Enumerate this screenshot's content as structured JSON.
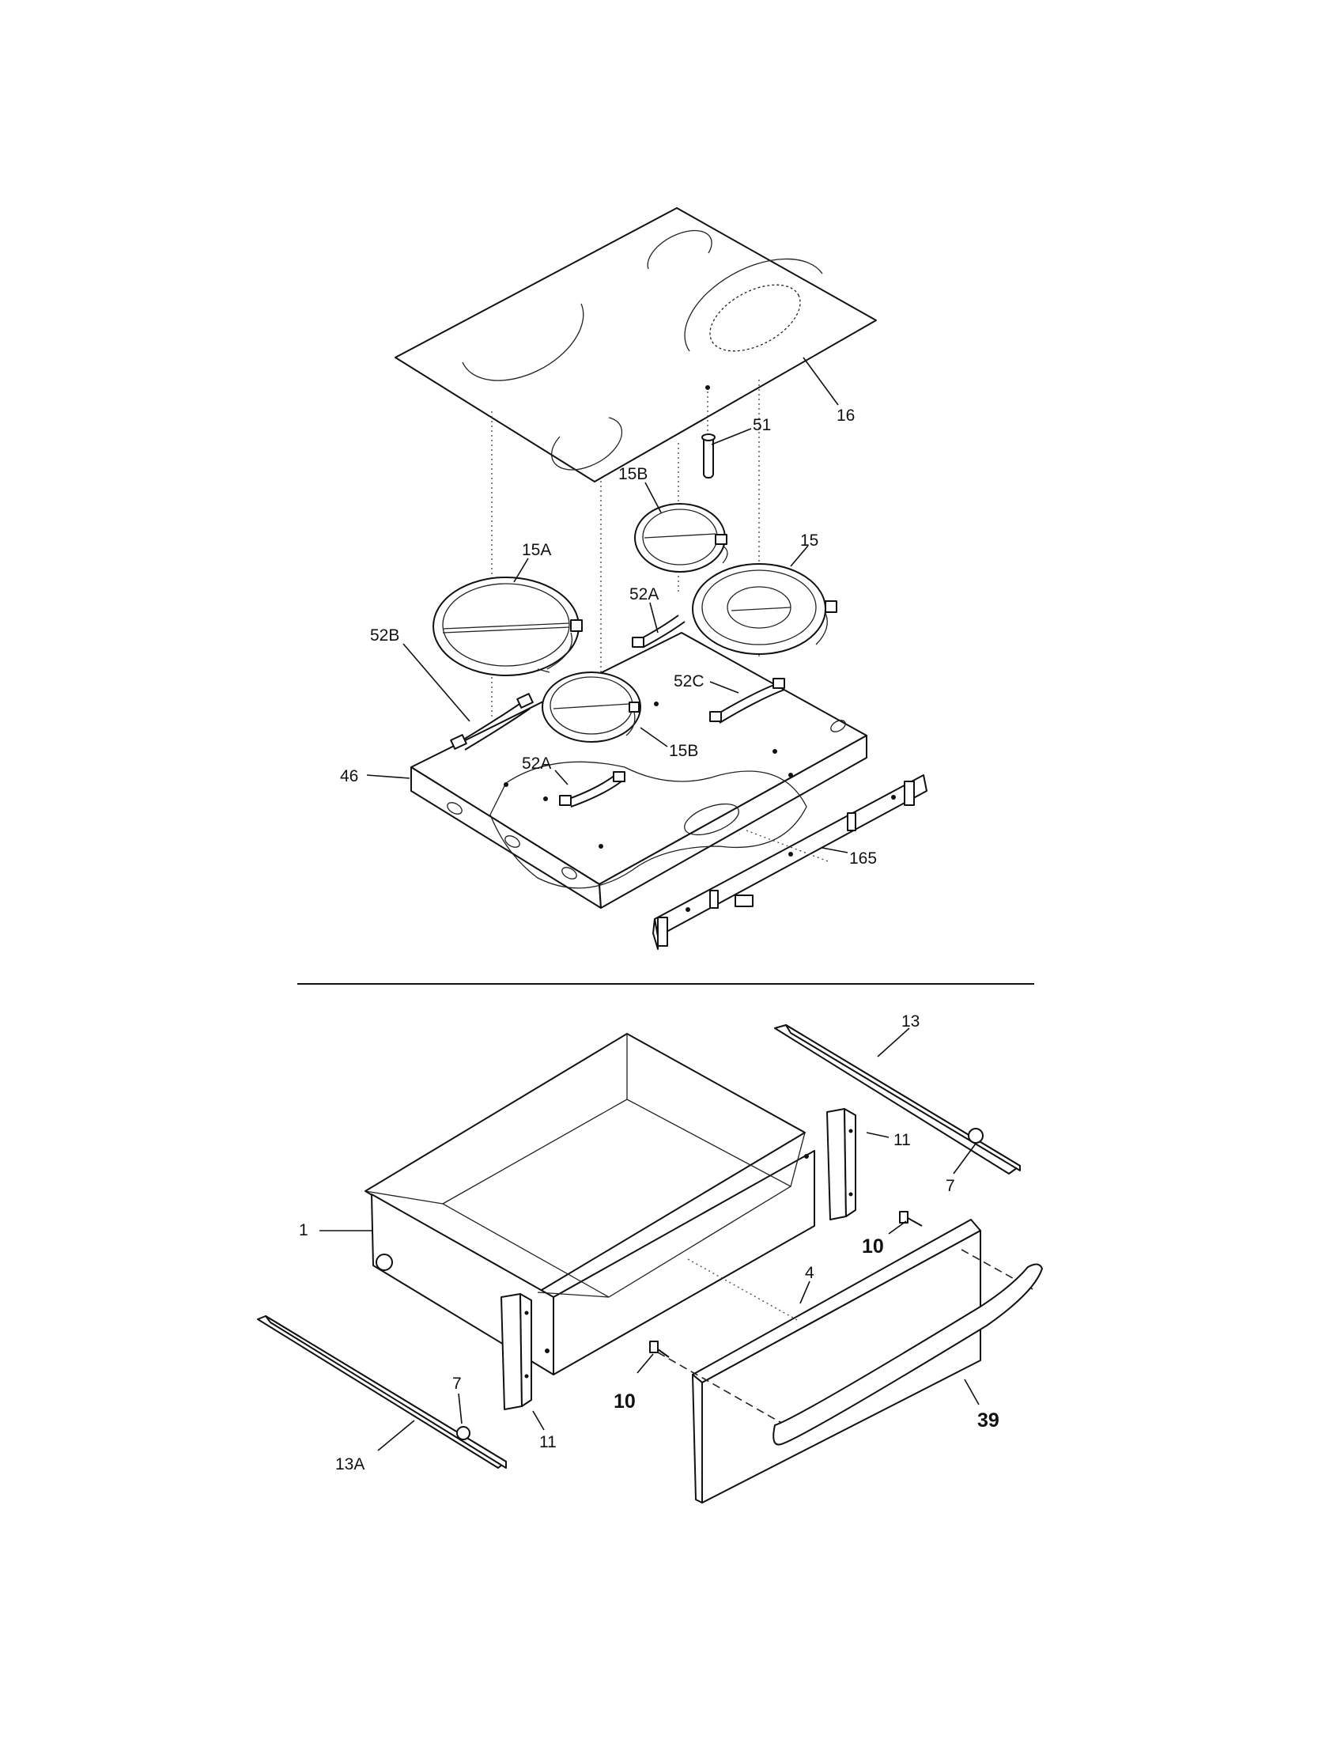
{
  "callouts": {
    "c16": "16",
    "c51": "51",
    "c15b_top": "15B",
    "c15": "15",
    "c15a": "15A",
    "c52a_top": "52A",
    "c52b": "52B",
    "c52c": "52C",
    "c15b_bottom": "15B",
    "c52a_bottom": "52A",
    "c46": "46",
    "c165": "165",
    "c13": "13",
    "c11_right": "11",
    "c7_right": "7",
    "c1": "1",
    "c10_right": "10",
    "c4": "4",
    "c7_left": "7",
    "c11_left": "11",
    "c10_left": "10",
    "c39": "39",
    "c13a": "13A"
  }
}
